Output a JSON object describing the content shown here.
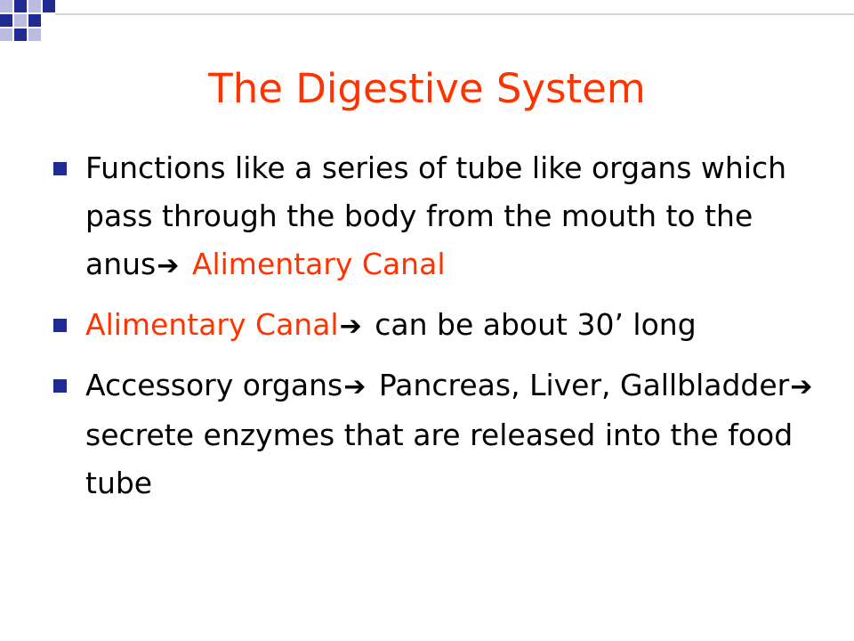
{
  "slide": {
    "title": "The Digestive System",
    "bullets": [
      {
        "parts": [
          "Functions like a series of tube like organs which pass through the body from the mouth to the anus",
          "Alimentary Canal"
        ]
      },
      {
        "parts": [
          "Alimentary Canal",
          "can be about 30’ long"
        ]
      },
      {
        "parts": [
          "Accessory organs",
          "Pancreas, Liver, Gallbladder",
          "secrete enzymes that are released into the food tube"
        ]
      }
    ],
    "arrow_glyph": "➔"
  },
  "colors": {
    "title": "#ff3300",
    "highlight": "#ff3300",
    "bullet": "#1f2b8f",
    "deco_dark": "#1f2b8f",
    "deco_light": "#b8bce0",
    "deco_line": "#d6d6d6"
  }
}
